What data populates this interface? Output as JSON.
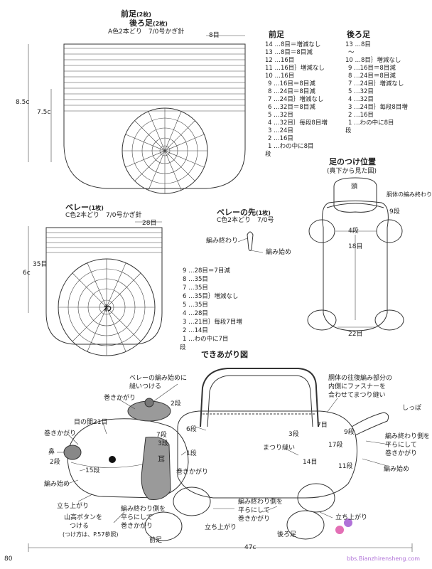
{
  "front_back_legs": {
    "title1": "前足",
    "title1_count": "(2枚)",
    "title2": "後ろ足",
    "title2_count": "(2枚)",
    "yarn": "A色2本どり　7/0号かぎ針",
    "top_count": "8目",
    "height_outer": "8.5c",
    "height_inner": "7.5c"
  },
  "front_leg_table": {
    "title": "前足",
    "rows": [
      "14 …8目＝増減なし",
      "13 …8目＝8目減",
      "12 …16目",
      "11 …16目｝増減なし",
      "10 …16目",
      "9 …16目＝8目減",
      "8 …24目＝8目減",
      "7 …24目｝増減なし",
      "6 …32目＝8目減",
      "5 …32目",
      "4 …32目｝毎段8目増",
      "3 …24目",
      "2 …16目",
      "1 …わの中に8目",
      "段"
    ]
  },
  "back_leg_table": {
    "title": "後ろ足",
    "rows": [
      "13 …8目",
      "〜",
      "10 …8目｝増減なし",
      "9 …16目＝8目減",
      "8 …24目＝8目減",
      "7 …24目｝増減なし",
      "5 …32目",
      "4 …32目",
      "3 …24目｝毎段8目増",
      "2 …16目",
      "1 …わの中に8目",
      "段"
    ]
  },
  "leg_position": {
    "title": "足のつけ位置",
    "subtitle": "(真下から見た図)",
    "head": "頭",
    "body_join": "胴体の編み終わり",
    "label_9": "9段",
    "label_4": "4段",
    "label_18": "18目",
    "label_22": "22目"
  },
  "beret": {
    "title": "ベレー",
    "count": "(1枚)",
    "yarn": "C色2本どり　7/0号かぎ針",
    "top_count": "28目",
    "side_count": "35目",
    "height": "6c",
    "center": "わ"
  },
  "beret_tip": {
    "title": "ベレーの先",
    "count": "(1枚)",
    "yarn": "C色2本どり　7/0号",
    "end_label": "編み終わり",
    "start_label": "編み始め"
  },
  "beret_table": {
    "rows": [
      "9 …28目＝7目減",
      "8 …35目",
      "7 …35目",
      "6 …35目｝増減なし",
      "5 …35目",
      "4 …28目",
      "3 …21目｝毎段7目増",
      "2 …14目",
      "1 …わの中に7目",
      "段"
    ]
  },
  "finished": {
    "title": "できあがり図",
    "beret_note_1": "ベレーの編み始めに",
    "beret_note_2": "縫いつける",
    "rolled_1": "巻きかがり",
    "eye_gap": "目の間21目",
    "two_rows_a": "2段",
    "six_rows": "6段",
    "seven_rows": "7段",
    "three_rows": "3段",
    "one_row": "1段",
    "ear": "耳",
    "rolled_2": "巻きかがり",
    "rolled_3": "巻きかがり",
    "nose": "鼻",
    "two_rows_b": "2段",
    "fifteen_rows": "15段",
    "start": "編み始め",
    "stand_up_1": "立ち上がり",
    "button_1": "山高ボタンを",
    "button_2": "つける",
    "button_3": "(つけ方は、P.57参照)",
    "flatten_1a": "編み終わり側を",
    "flatten_1b": "平らにして",
    "flatten_1c": "巻きかがり",
    "stand_up_2": "立ち上がり",
    "front_leg": "前足",
    "flatten_2a": "編み終わり側を",
    "flatten_2b": "平らにして",
    "flatten_2c": "巻きかがり",
    "back_leg": "後ろ足",
    "stand_up_3": "立ち上がり",
    "zipper_1": "胴体の往復編み部分の",
    "zipper_2": "内側にファスナーを",
    "zipper_3": "合わせてまつり縫い",
    "tail": "しっぽ",
    "seven_rows_b": "7目",
    "nine_rows": "9段",
    "whip": "まつり縫い",
    "seventeen": "17段",
    "fourteen": "14目",
    "eleven": "11段",
    "flatten_3a": "編み終わり側を",
    "flatten_3b": "平らにして",
    "flatten_3c": "巻きかがり",
    "start_2": "編み始め",
    "width": "47c"
  },
  "page_number": "80",
  "watermark": "bbs.Bianzhirensheng.com"
}
